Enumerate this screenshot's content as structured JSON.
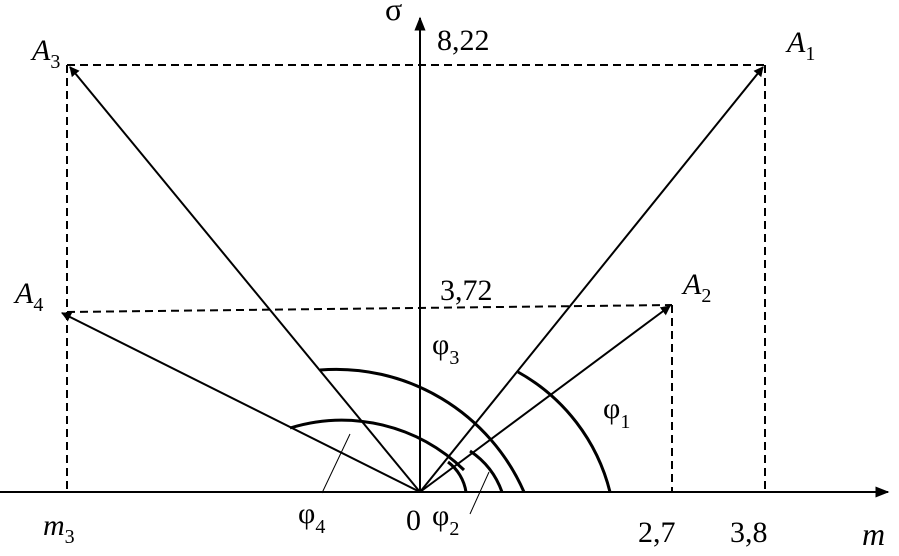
{
  "axes": {
    "y_label": "σ",
    "x_label": "m",
    "origin_label": "0"
  },
  "points": {
    "a1": {
      "main": "A",
      "sub": "1"
    },
    "a2": {
      "main": "A",
      "sub": "2"
    },
    "a3": {
      "main": "A",
      "sub": "3"
    },
    "a4": {
      "main": "A",
      "sub": "4"
    }
  },
  "values": {
    "sigma_high": "8,22",
    "sigma_low": "3,72",
    "m_a2": "2,7",
    "m_a1": "3,8"
  },
  "m3": {
    "main": "m",
    "sub": "3"
  },
  "angles": {
    "phi1": {
      "main": "φ",
      "sub": "1"
    },
    "phi2": {
      "main": "φ",
      "sub": "2"
    },
    "phi3": {
      "main": "φ",
      "sub": "3"
    },
    "phi4": {
      "main": "φ",
      "sub": "4"
    }
  },
  "colors": {
    "ink": "#000000",
    "background": "#ffffff"
  }
}
